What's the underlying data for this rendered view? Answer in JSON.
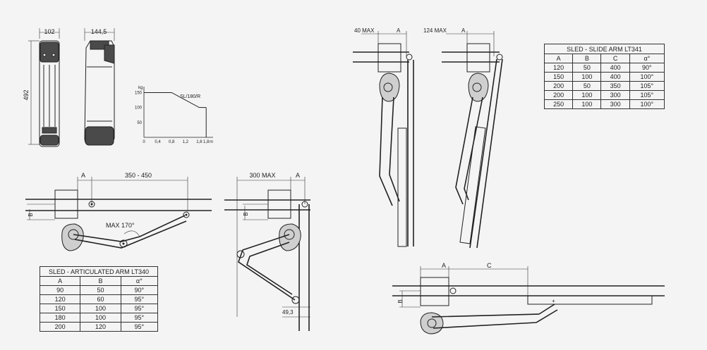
{
  "front_view": {
    "width_label": "102",
    "height_label": "492"
  },
  "side_view": {
    "depth_label": "144,5"
  },
  "load_chart": {
    "chart_data": {
      "type": "area",
      "title": "",
      "xlabel": "m",
      "ylabel": "kg",
      "series": [
        {
          "name": "SL/180/R",
          "x": [
            0,
            0.8,
            1.6,
            1.8
          ],
          "y": [
            150,
            150,
            100,
            100
          ]
        }
      ],
      "x_ticks": [
        "0",
        "0,4",
        "0,8",
        "1,2",
        "1,6",
        "1,8"
      ],
      "x_tick_values": [
        0,
        0.4,
        0.8,
        1.2,
        1.6,
        1.8
      ],
      "y_ticks": [
        "50",
        "100",
        "150"
      ],
      "y_tick_values": [
        50,
        100,
        150
      ],
      "xlim": [
        0,
        2.0
      ],
      "ylim": [
        0,
        170
      ],
      "grid": false,
      "legend": "inline"
    }
  },
  "articulated_diagram": {
    "a_label": "A",
    "span_label": "350 - 450",
    "b_label": "B",
    "angle_label": "MAX 170°"
  },
  "articulated_inward": {
    "max_label": "300 MAX",
    "a_label": "A",
    "b_label": "B",
    "offset_label": "49,3"
  },
  "slide_40": {
    "max_label": "40 MAX",
    "a_label": "A"
  },
  "slide_124": {
    "max_label": "124 MAX",
    "a_label": "A"
  },
  "slide_bottom": {
    "a_label": "A",
    "c_label": "C",
    "b_label": "B"
  },
  "table_lt341": {
    "title": "SLED - SLIDE ARM LT341",
    "headers": [
      "A",
      "B",
      "C",
      "α°"
    ],
    "rows": [
      [
        "120",
        "50",
        "400",
        "90°"
      ],
      [
        "150",
        "100",
        "400",
        "100°"
      ],
      [
        "200",
        "50",
        "350",
        "105°"
      ],
      [
        "200",
        "100",
        "300",
        "105°"
      ],
      [
        "250",
        "100",
        "300",
        "100°"
      ]
    ]
  },
  "table_lt340": {
    "title": "SLED - ARTICULATED ARM LT340",
    "headers": [
      "A",
      "B",
      "α°"
    ],
    "rows": [
      [
        "90",
        "50",
        "90°"
      ],
      [
        "120",
        "60",
        "95°"
      ],
      [
        "150",
        "100",
        "95°"
      ],
      [
        "180",
        "100",
        "95°"
      ],
      [
        "200",
        "120",
        "95°"
      ]
    ]
  }
}
